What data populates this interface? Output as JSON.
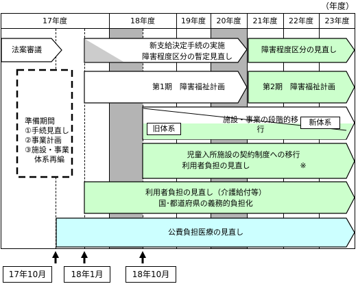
{
  "unit_label": "（年度）",
  "years": [
    "17年度",
    "18年度",
    "19年度",
    "20年度",
    "21年度",
    "22年度",
    "23年度"
  ],
  "items": {
    "legislation": "法案審議",
    "prep_title": "準備期間",
    "prep_1": "①手続見直し",
    "prep_2": "②事業計画",
    "prep_3a": "③施設・事業",
    "prep_3b": "体系再編",
    "benefit_1": "新支給決定手続の実施",
    "benefit_2": "障害程度区分の暫定見直し",
    "benefit_next": "障害程度区分の見直し",
    "plan_1": "第1期　障害福祉計画",
    "plan_2": "第2期　障害福祉計画",
    "transition": "施設・事業の段階的移行",
    "old_system": "旧体系",
    "new_system": "新体系",
    "child_1": "児童入所施設の契約制度への移行",
    "child_2": "利用者負担の見直し",
    "child_note": "※",
    "care_1": "利用者負担の見直し（介護給付等）",
    "care_2": "国･都道府県の義務的負担化",
    "medical": "公費負担医療の見直し"
  },
  "dates": [
    "17年10月",
    "18年1月",
    "18年10月"
  ],
  "colors": {
    "green_fill": "#ccffcc",
    "cyan_fill": "#ccffff",
    "shade": "#b4b4b4"
  }
}
